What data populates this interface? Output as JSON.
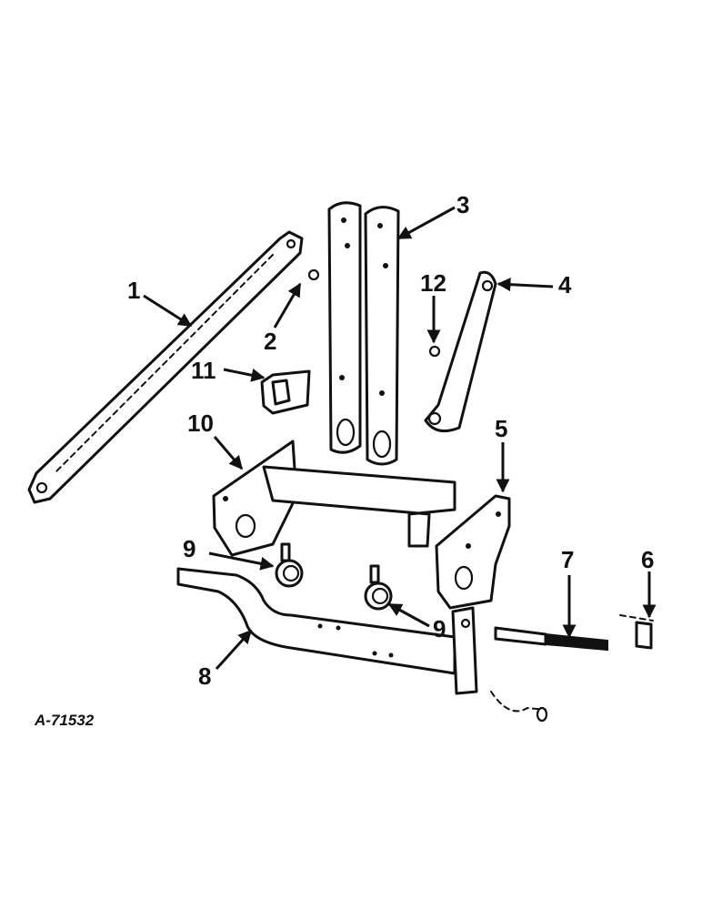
{
  "figure_ref": "A-71532",
  "callouts": {
    "c1": "1",
    "c2": "2",
    "c3": "3",
    "c4": "4",
    "c5": "5",
    "c6": "6",
    "c7": "7",
    "c8": "8",
    "c9a": "9",
    "c9b": "9",
    "c10": "10",
    "c11": "11",
    "c12": "12"
  },
  "colors": {
    "ink": "#111111",
    "paper": "#ffffff"
  }
}
